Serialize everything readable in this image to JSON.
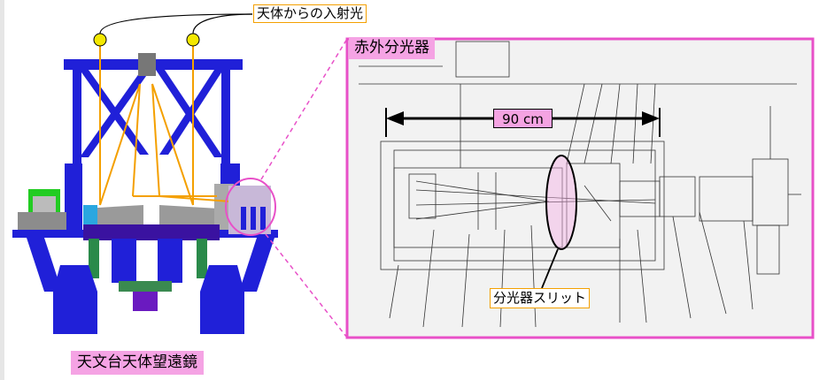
{
  "labels": {
    "incoming_light": "天体からの入射光",
    "spectrograph": "赤外分光器",
    "width": "90 cm",
    "slit": "分光器スリット",
    "telescope": "天文台天体望遠鏡"
  },
  "colors": {
    "structure": "#2020d8",
    "highlight": "#f080d8",
    "beam": "#f4a000",
    "frame_border": "#e850c8"
  }
}
